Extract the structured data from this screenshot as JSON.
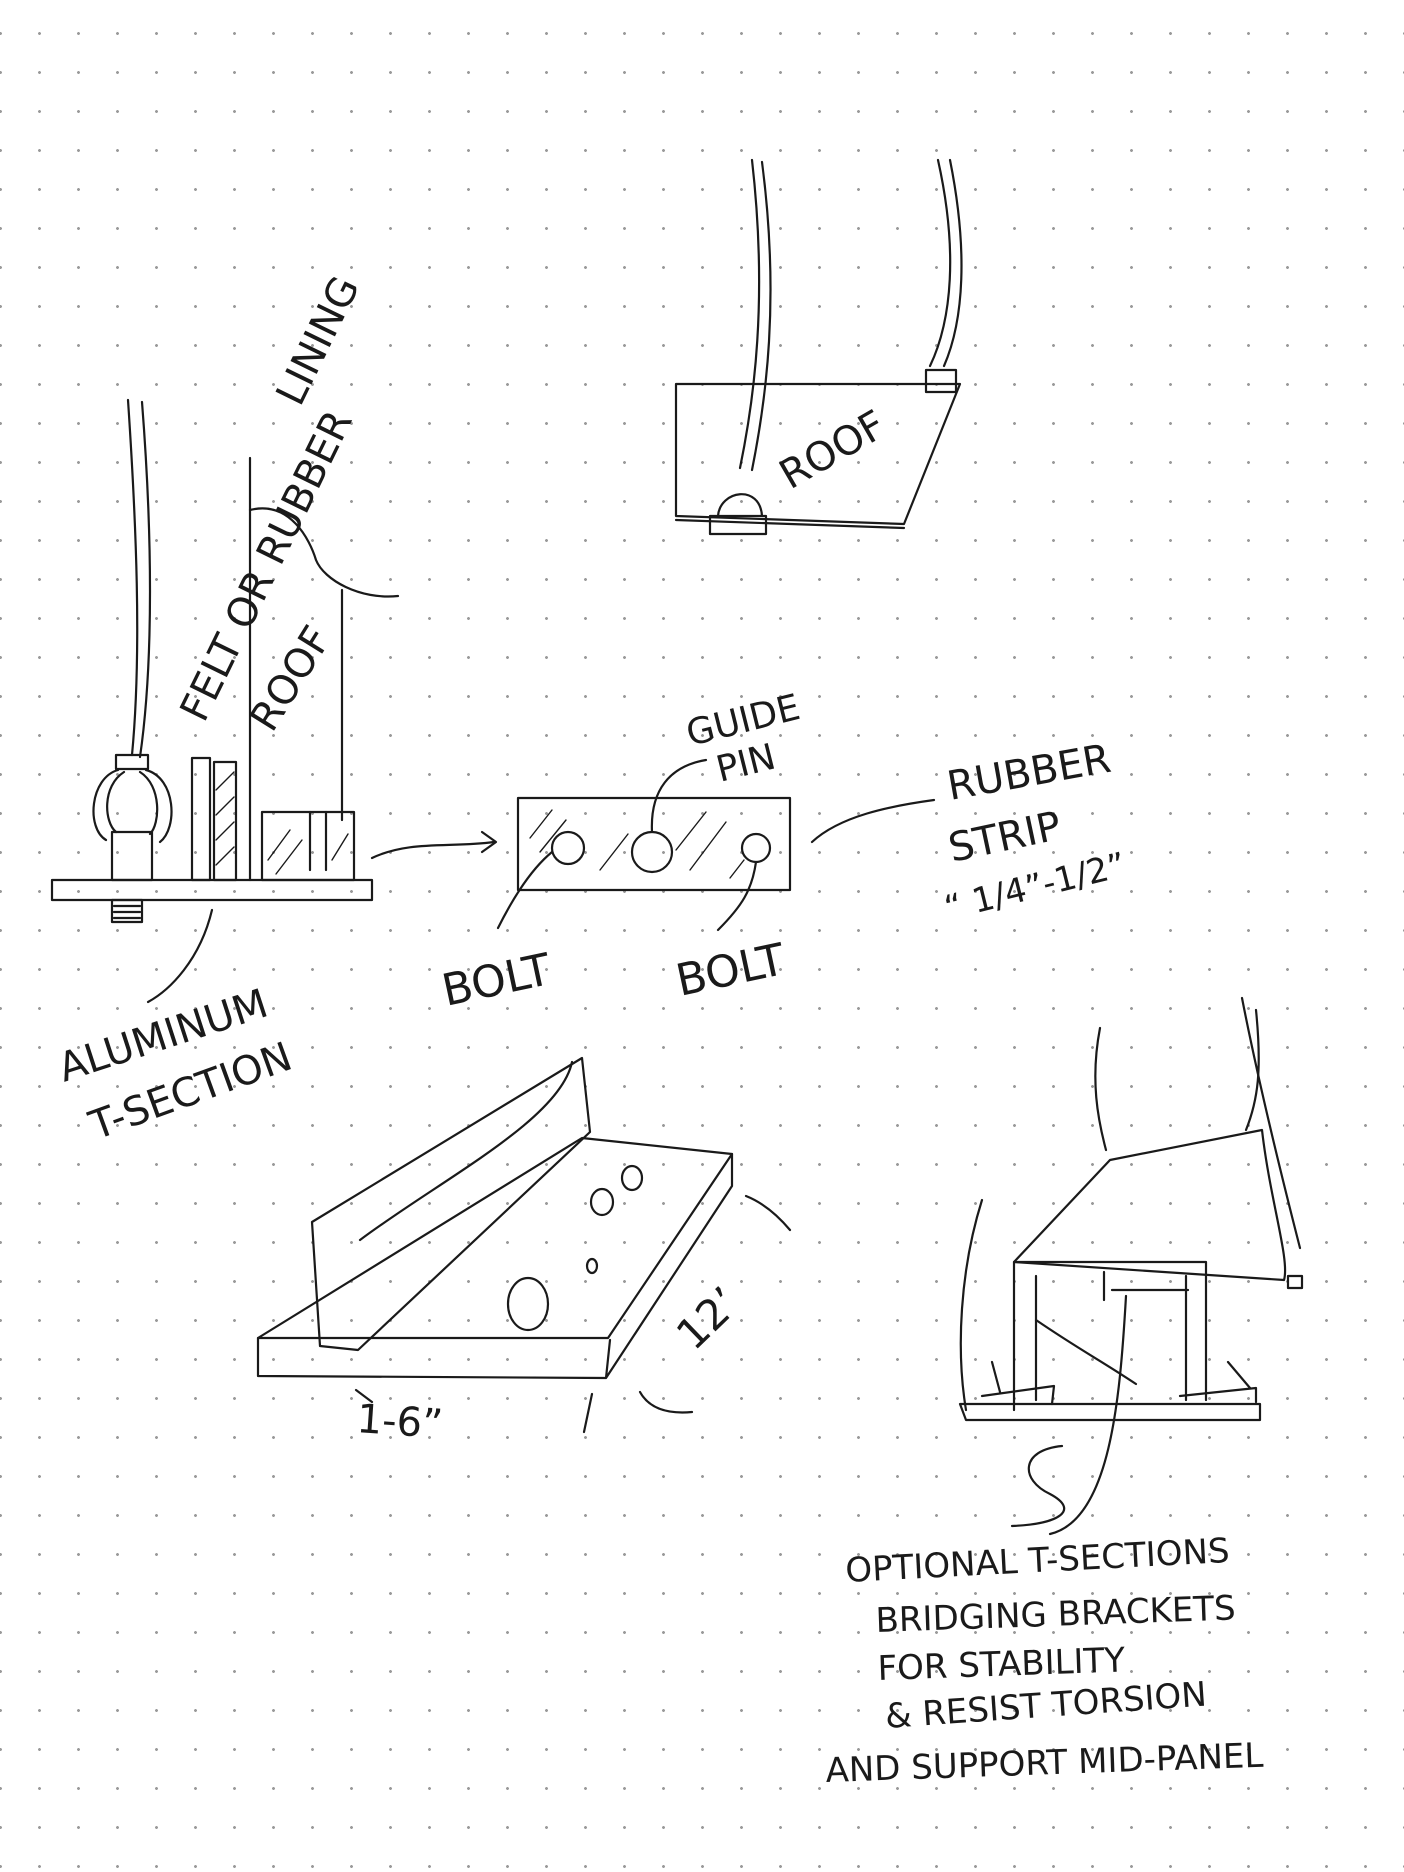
{
  "labels": {
    "felt_or_rubber": "FELT OR RUBBER",
    "lining": "LINING",
    "roof_side": "ROOF",
    "roof_top": "ROOF",
    "aluminum": "ALUMINUM",
    "t_section": "T-SECTION",
    "guide": "GUIDE",
    "pin": "PIN",
    "rubber": "RUBBER",
    "strip": "STRIP",
    "strip_size": "“ 1/4”-1/2”",
    "bolt_left": "BOLT",
    "bolt_right": "BOLT",
    "dim_6": "1-6”",
    "dim_12": "12’"
  },
  "note": {
    "line1": "OPTIONAL T-SECTIONS",
    "line2": "BRIDGING BRACKETS",
    "line3": "FOR STABILITY",
    "line4": "& RESIST TORSION",
    "line5": "AND SUPPORT MID-PANEL"
  }
}
